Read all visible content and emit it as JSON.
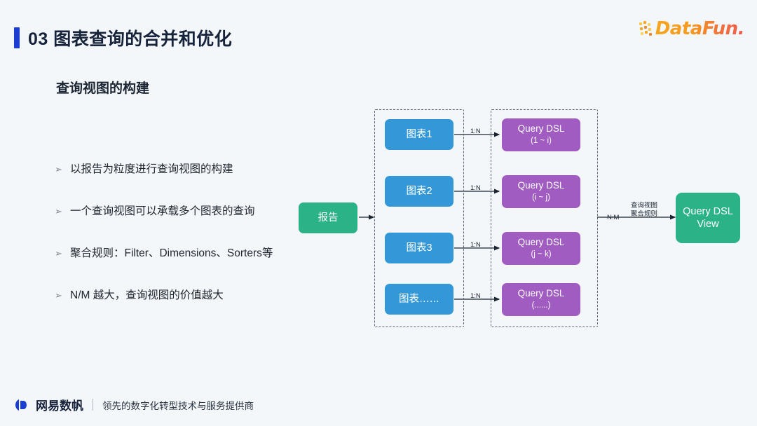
{
  "header": {
    "number": "03",
    "title": "03 图表查询的合并和优化",
    "accent_color": "#1a3ed2"
  },
  "brand": {
    "name": "DataFun.",
    "color": "#f5a623"
  },
  "subheading": "查询视图的构建",
  "bullets": [
    {
      "marker": "➢",
      "text": "以报告为粒度进行查询视图的构建"
    },
    {
      "marker": "➢",
      "text": "一个查询视图可以承载多个图表的查询"
    },
    {
      "marker": "➢",
      "text": "聚合规则：Filter、Dimensions、Sorters等"
    },
    {
      "marker": "➢",
      "text": "N/M 越大，查询视图的价值越大"
    }
  ],
  "diagram": {
    "source": {
      "label": "报告",
      "color": "#2bb287"
    },
    "charts": [
      {
        "label": "图表1",
        "edge": "1:N"
      },
      {
        "label": "图表2",
        "edge": "1:N"
      },
      {
        "label": "图表3",
        "edge": "1:N"
      },
      {
        "label": "图表……",
        "edge": "1:N"
      }
    ],
    "chart_color": "#3498d8",
    "dsls": [
      {
        "label": "Query DSL",
        "range": "(1 ~ i)"
      },
      {
        "label": "Query DSL",
        "range": "(i ~ j)"
      },
      {
        "label": "Query DSL",
        "range": "(j ~ k)"
      },
      {
        "label": "Query DSL",
        "range": "(......)"
      }
    ],
    "dsl_color": "#a05cc0",
    "merge_edge": {
      "cardinality": "N:M",
      "label_line1": "查询视图",
      "label_line2": "聚合规则"
    },
    "result": {
      "line1": "Query DSL",
      "line2": "View",
      "color": "#2bb287"
    }
  },
  "footer": {
    "brand": "网易数帆",
    "tagline": "领先的数字化转型技术与服务提供商"
  }
}
